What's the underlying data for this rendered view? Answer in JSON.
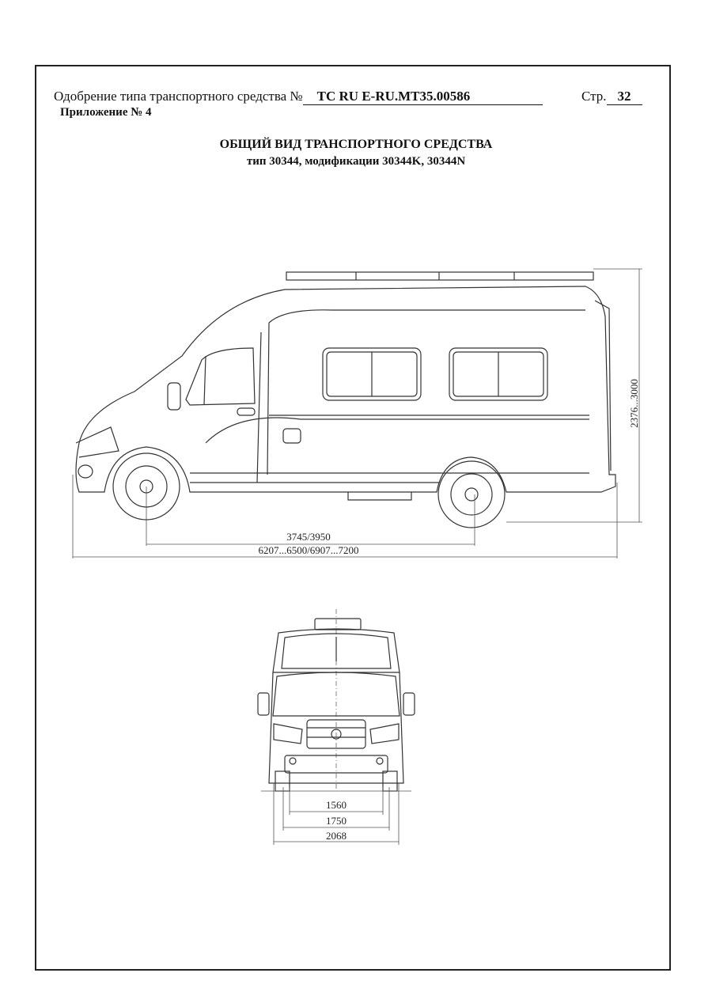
{
  "header": {
    "approval_label": "Одобрение типа транспортного средства №",
    "approval_number": "TC RU E-RU.MT35.00586",
    "page_label": "Стр.",
    "page_number": "32",
    "annex": "Приложение № 4"
  },
  "title": {
    "line1": "ОБЩИЙ ВИД ТРАНСПОРТНОГО СРЕДСТВА",
    "line2": "тип 30344,  модификации 30344K, 30344N"
  },
  "side_view": {
    "height_dim": "2376...3000",
    "wheelbase_dim": "3745/3950",
    "length_dim": "6207...6500/6907...7200"
  },
  "front_view": {
    "track_dim": "1560",
    "width_dim": "1750",
    "overall_width_dim": "2068"
  }
}
